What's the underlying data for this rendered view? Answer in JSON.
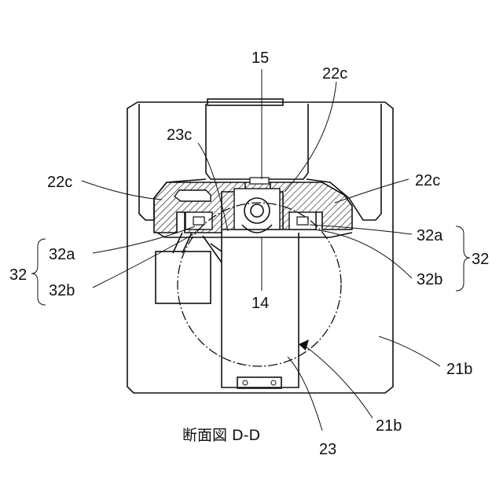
{
  "labels": {
    "n15": "15",
    "n22c_top": "22c",
    "n23c": "23c",
    "n22c_left": "22c",
    "n22c_right": "22c",
    "n32a_left": "32a",
    "n32b_left": "32b",
    "n32_left": "32",
    "n32a_right": "32a",
    "n32b_right": "32b",
    "n32_right": "32",
    "n14": "14",
    "n21b_right": "21b",
    "n21b_bottom": "21b",
    "n23": "23"
  },
  "caption": "断面図 D-D"
}
